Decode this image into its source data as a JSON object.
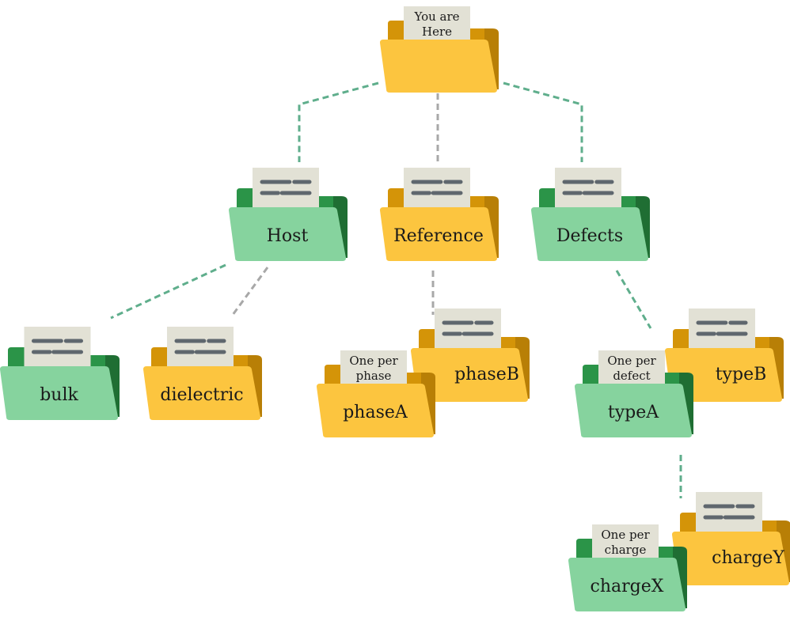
{
  "colors": {
    "yellow_front": "#FCC53F",
    "yellow_back": "#D49408",
    "yellow_back_dark": "#B87F06",
    "green_front": "#86D39E",
    "green_back": "#2B9448",
    "green_back_dark": "#1F6E33",
    "paper": "#E2E1D5",
    "paper_line": "#5F676E",
    "connector_green": "#5FAE8C",
    "connector_gray": "#A8A8A8",
    "text": "#1a1a1a"
  },
  "folders": [
    {
      "id": "root",
      "color": "yellow",
      "label": "",
      "note": "You are\nHere",
      "note_kind": "text"
    },
    {
      "id": "host",
      "color": "green",
      "label": "Host",
      "note_kind": "lines"
    },
    {
      "id": "reference",
      "color": "yellow",
      "label": "Reference",
      "note_kind": "lines"
    },
    {
      "id": "defects",
      "color": "green",
      "label": "Defects",
      "note_kind": "lines"
    },
    {
      "id": "bulk",
      "color": "green",
      "label": "bulk",
      "note_kind": "lines"
    },
    {
      "id": "dielectric",
      "color": "yellow",
      "label": "dielectric",
      "note_kind": "lines"
    },
    {
      "id": "phaseB",
      "color": "yellow",
      "label": "phaseB",
      "note_kind": "lines"
    },
    {
      "id": "phaseA",
      "color": "yellow",
      "label": "phaseA",
      "note": "One per\nphase",
      "note_kind": "text"
    },
    {
      "id": "typeB",
      "color": "yellow",
      "label": "typeB",
      "note_kind": "lines"
    },
    {
      "id": "typeA",
      "color": "green",
      "label": "typeA",
      "note": "One per\ndefect",
      "note_kind": "text"
    },
    {
      "id": "chargeY",
      "color": "yellow",
      "label": "chargeY",
      "note_kind": "lines"
    },
    {
      "id": "chargeX",
      "color": "green",
      "label": "chargeX",
      "note": "One per\ncharge",
      "note_kind": "text"
    }
  ],
  "connectors": [
    {
      "from": "root",
      "to": "host",
      "style": "green"
    },
    {
      "from": "root",
      "to": "reference",
      "style": "gray"
    },
    {
      "from": "root",
      "to": "defects",
      "style": "green"
    },
    {
      "from": "host",
      "to": "bulk",
      "style": "green"
    },
    {
      "from": "host",
      "to": "dielectric",
      "style": "gray"
    },
    {
      "from": "reference",
      "to": "phaseB",
      "style": "gray"
    },
    {
      "from": "defects",
      "to": "typeB",
      "style": "green"
    },
    {
      "from": "typeA",
      "to": "chargeY",
      "style": "green"
    }
  ]
}
